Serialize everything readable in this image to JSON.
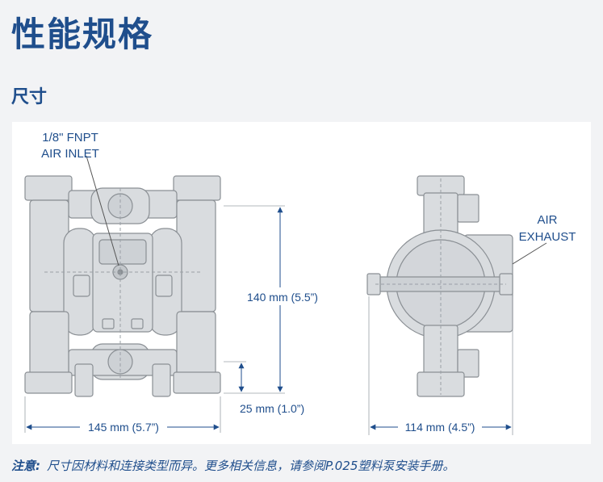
{
  "header": {
    "title": "性能规格",
    "section": "尺寸"
  },
  "drawing": {
    "front_view": {
      "inlet_label_line1": "1/8\" FNPT",
      "inlet_label_line2": "AIR INLET",
      "height_dim": "140 mm (5.5”)",
      "base_dim": "25 mm (1.0”)",
      "width_dim": "145 mm (5.7”)"
    },
    "side_view": {
      "exhaust_label_line1": "AIR",
      "exhaust_label_line2": "EXHAUST",
      "width_dim": "114 mm (4.5”)"
    }
  },
  "note": {
    "label": "注意:",
    "text": "尺寸因材料和连接类型而异。更多相关信息，请参阅P.025塑料泵安装手册。"
  },
  "colors": {
    "accent": "#1f4e8c",
    "part_fill": "#d9dcdf",
    "part_stroke": "#8a8f94"
  }
}
